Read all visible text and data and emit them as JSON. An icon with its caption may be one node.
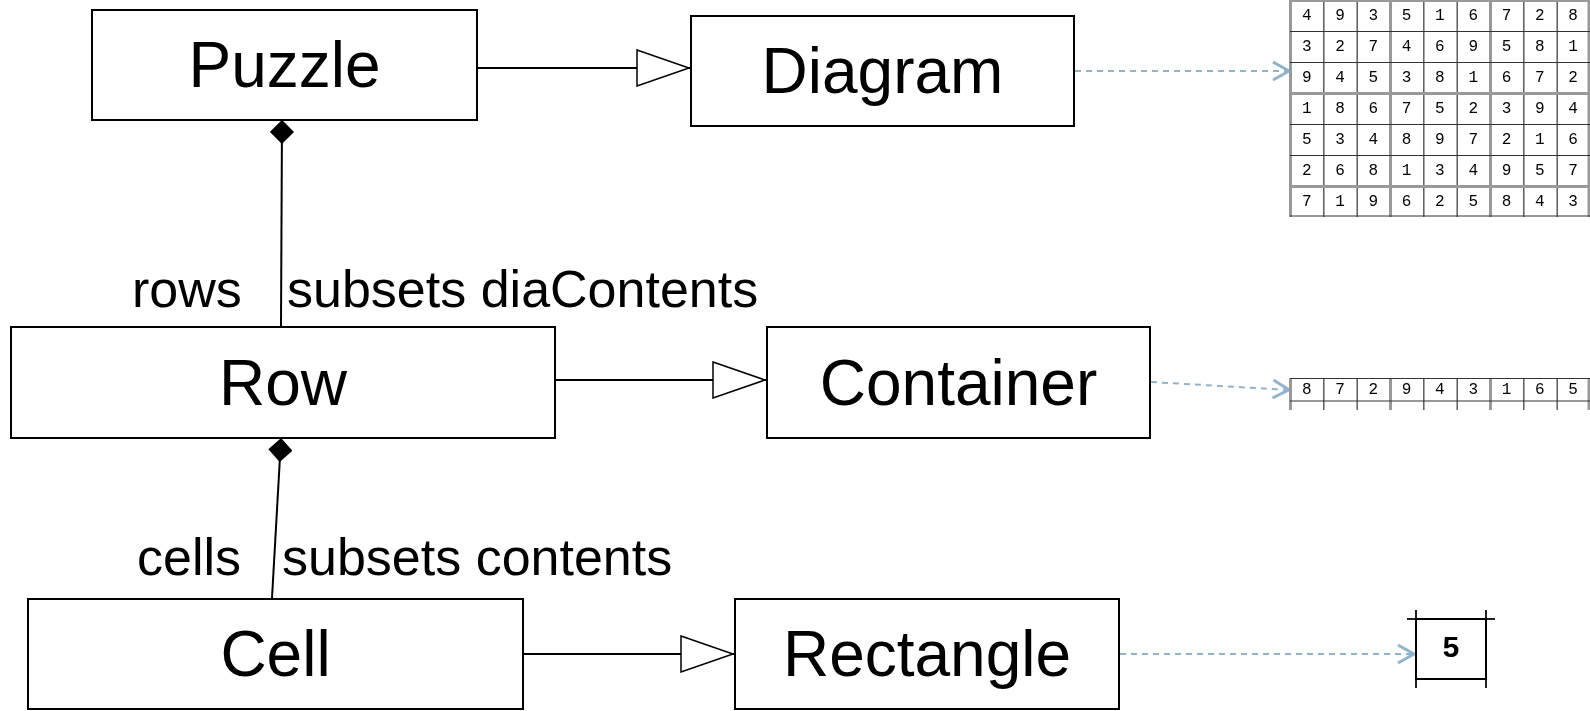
{
  "diagram": {
    "nodes": [
      {
        "text": [
          "Puzzle"
        ]
      },
      {
        "text": [
          "Diagram"
        ]
      },
      {
        "text": [
          "4 9 3 5 1 6 7 2 8",
          "3 2 7 4 6 9 5 8 1",
          "9 4 5 3 8 1 6 7 2",
          "1 8 6 7 5 2 3 9 4",
          "5 3 4 8 9 7 2 1 6",
          "2 6 8 1 3 4 9 5 7",
          "7 1 9 6 2 5 8 4 3"
        ]
      },
      {
        "text": [
          "Row"
        ]
      },
      {
        "text": [
          "Container"
        ]
      },
      {
        "text": [
          "8 7 2 9 4 3 1 6 5"
        ]
      },
      {
        "text": [
          "Cell"
        ]
      },
      {
        "text": [
          "Rectangle"
        ]
      },
      {
        "text": [
          "5"
        ]
      }
    ],
    "edges": [
      {
        "from": 0,
        "to": 1,
        "arrow": "to"
      },
      {
        "from": 1,
        "to": 2,
        "arrow": "to",
        "style": "dashed",
        "color": "#8fb4cc"
      },
      {
        "from": 3,
        "to": 0,
        "arrow": "other"
      },
      {
        "from": 3,
        "to": 4,
        "arrow": "to"
      },
      {
        "from": 4,
        "to": 5,
        "arrow": "to",
        "style": "dashed",
        "color": "#8fb4cc"
      },
      {
        "from": 6,
        "to": 3,
        "arrow": "other"
      },
      {
        "from": 6,
        "to": 7,
        "arrow": "to"
      },
      {
        "from": 7,
        "to": 8,
        "arrow": "to",
        "style": "dashed",
        "color": "#8fb4cc"
      }
    ],
    "labels": [
      "rows",
      "subsets diaContents",
      "cells",
      "subsets contents"
    ]
  }
}
